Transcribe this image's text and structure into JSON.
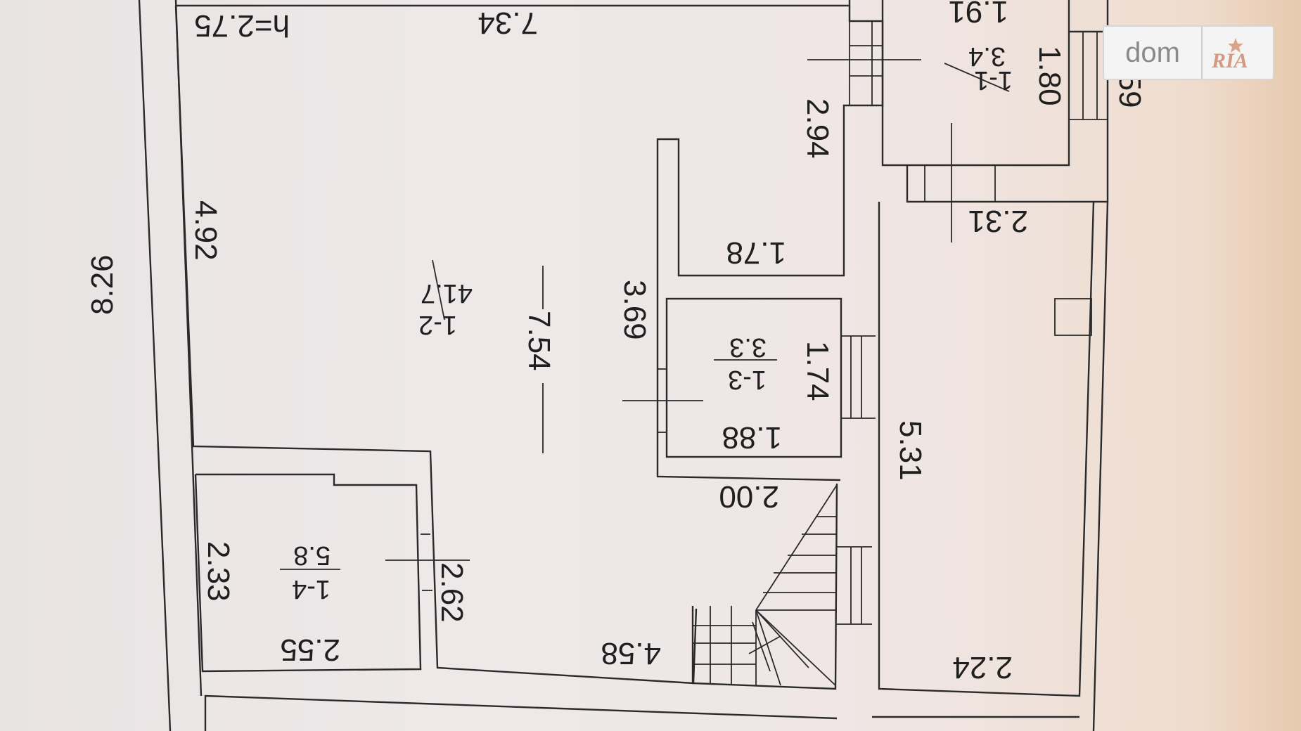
{
  "dimensions": {
    "top_width": "7.34",
    "height_note": "h=2.75",
    "left_wall": "4.92",
    "outer_total": "8.26",
    "room_1_1_top": "1.91",
    "room_1_1_right": "1.80",
    "stair_top_right": "2.59",
    "corridor_upper": "2.94",
    "corridor_lower": "1.78",
    "vestibule_bottom": "2.31",
    "central_span": "7.54",
    "partition": "3.69",
    "closet_side": "1.74",
    "closet_bottom": "1.88",
    "stair_width": "2.00",
    "right_room_side": "5.31",
    "right_room_bottom": "2.24",
    "small_room_side": "2.33",
    "small_room_bottom": "2.55",
    "small_room_door": "2.62",
    "stair_run": "4.58"
  },
  "rooms": [
    {
      "id": "1-1",
      "area": "3.4"
    },
    {
      "id": "1-2",
      "area": "41.7"
    },
    {
      "id": "1-3",
      "area": "3.3"
    },
    {
      "id": "1-4",
      "area": "5.8"
    }
  ],
  "watermark": {
    "left_text": "dom",
    "right_text": "RIA"
  }
}
